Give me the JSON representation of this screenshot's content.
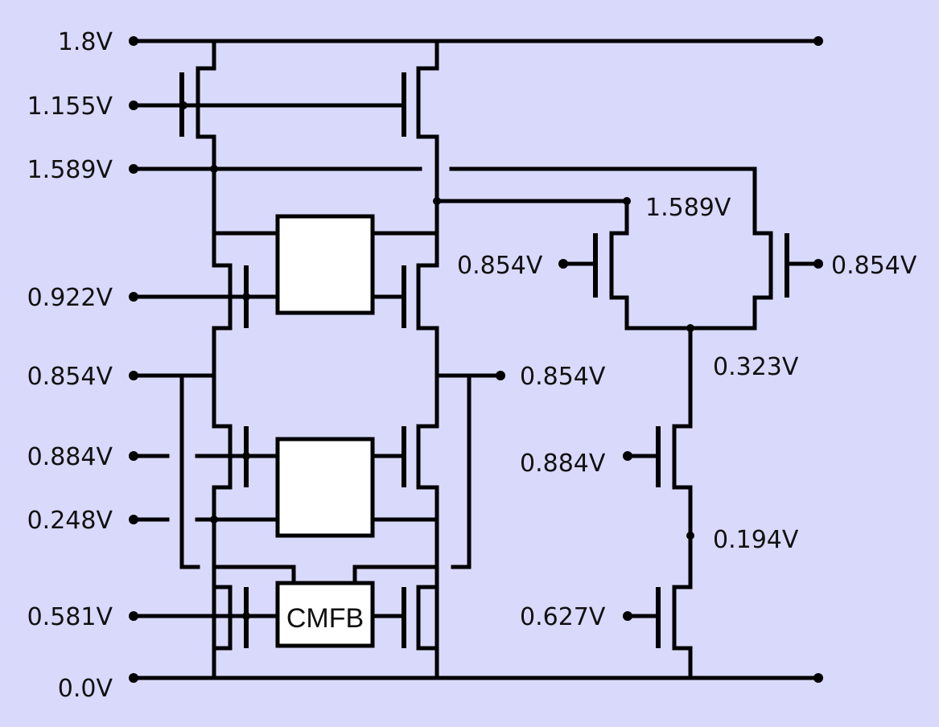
{
  "rails": {
    "vdd": "1.8V",
    "gnd": "0.0V"
  },
  "left_labels": {
    "bias_pmos": "1.155V",
    "bias_top": "1.589V",
    "input_top": "0.922V",
    "cm": "0.854V",
    "bias_884": "0.884V",
    "bias_248": "0.248V",
    "tail": "0.581V"
  },
  "right_labels": {
    "node_1589": "1.589V",
    "gate_left": "0.854V",
    "gate_right": "0.854V",
    "out_854": "0.854V",
    "node_323": "0.323V",
    "gate_884": "0.884V",
    "node_194": "0.194V",
    "gate_627": "0.627V"
  },
  "blocks": {
    "cmfb": "CMFB"
  },
  "colors": {
    "background": "#d9d9fc",
    "wire": "#000000",
    "block_fill": "#ffffff"
  }
}
